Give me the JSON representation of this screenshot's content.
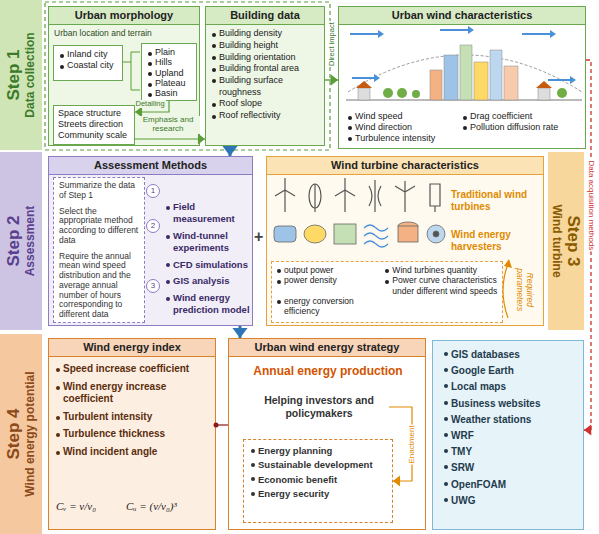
{
  "diagram": {
    "nodes": [
      {
        "text": [
          "Step 1",
          "Data collection"
        ]
      },
      {
        "text": [
          "Urban morphology",
          "Urban location and terrain"
        ]
      },
      {
        "text": [
          "Inland city",
          "Coastal city"
        ],
        "in": 1
      },
      {
        "text": [
          "Plain",
          "Hills",
          "Upland",
          "Plateau",
          "Basin"
        ],
        "in": 1
      },
      {
        "text": [
          "Space structure",
          "Streets direction",
          "Community scale"
        ],
        "in": 1
      },
      {
        "text": [
          "Building data",
          "Building density",
          "Building height",
          "Building orientation",
          "Building frontal area",
          "Building surface roughness",
          "Roof slope",
          "Roof reflectivity"
        ]
      },
      {
        "text": [
          "Urban wind characteristics",
          "Wind speed",
          "Wind direction",
          "Turbulence intensity",
          "Drag coefficient",
          "Pollution diffusion rate"
        ]
      },
      {
        "text": [
          "Step 2",
          "Assessment"
        ]
      },
      {
        "text": [
          "Assessment Methods",
          "Field measurement",
          "Wind-tunnel experiments",
          "CFD simulations",
          "GIS analysis",
          "Wind energy prediction model"
        ]
      },
      {
        "text": [
          "Summarize the data of Step 1",
          "Select the appropriate method according to different data",
          "Require the annual mean wind speed distribution and the average annual number of hours corresponding to different data"
        ],
        "in": 8
      },
      {
        "text": [
          "Wind turbine characteristics",
          "Traditional wind turbines",
          "Wind energy harvesters"
        ]
      },
      {
        "text": [
          "output power",
          "power density",
          "energy conversion efficiency",
          "Wind turbines quantity",
          "Power curve characteristics under different wind speeds"
        ],
        "in": 10
      },
      {
        "text": [
          "Step 3",
          "Wind turbine"
        ]
      },
      {
        "text": [
          "Step 4",
          "Wind energy potential"
        ]
      },
      {
        "text": [
          "Wind energy index",
          "Speed increase coefficient",
          "Wind energy increase coefficient",
          "Turbulent intensity",
          "Turbulence thickness",
          "Wind incident angle"
        ]
      },
      {
        "text": [
          "Urban wind energy strategy",
          "Annual energy production"
        ]
      },
      {
        "text": [
          "Helping investors and policymakers"
        ],
        "in": 15
      },
      {
        "text": [
          "Energy planning",
          "Sustainable development",
          "Economic benefit",
          "Energy security"
        ],
        "in": 15
      },
      {
        "text": [
          "GIS databases",
          "Google Earth",
          "Local maps",
          "Business websites",
          "Weather stations",
          "WRF",
          "TMY",
          "SRW",
          "OpenFOAM",
          "UWG"
        ]
      }
    ],
    "edges": [
      {
        "from": 3,
        "to": 4,
        "label": "Detailing",
        "arrow": "to"
      },
      {
        "from": 4,
        "to": 5,
        "label": "Emphasis and research",
        "arrow": "to"
      },
      {
        "from": 5,
        "to": 6,
        "label": "Direct impact",
        "arrow": "to"
      },
      {
        "from": 5,
        "to": 8,
        "arrow": "to"
      },
      {
        "from": 8,
        "to": 15,
        "arrow": "to"
      },
      {
        "from": 15,
        "to": 14,
        "arrow": "none"
      },
      {
        "from": 16,
        "to": 17,
        "label": "Enactment",
        "arrow": "to"
      },
      {
        "from": 6,
        "to": 18,
        "label": "Data acquisition methods",
        "arrow": "to"
      }
    ],
    "labels": [
      "1",
      "2",
      "3",
      "+",
      "Required parameters",
      "Cᵥ = v/v₀",
      "Cᵤ = (v/v₀)³"
    ]
  }
}
